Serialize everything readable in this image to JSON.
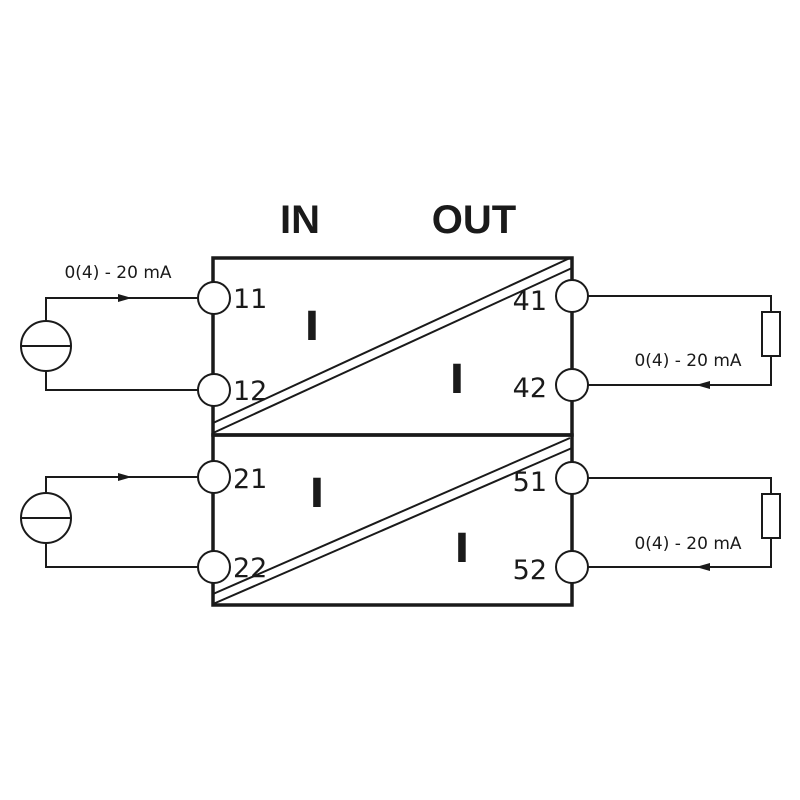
{
  "headers": {
    "in": "IN",
    "out": "OUT"
  },
  "channel1": {
    "input_current": "0(4) - 20 mA",
    "output_current": "0(4) - 20 mA",
    "terminals": {
      "in_pos": "11",
      "in_neg": "12",
      "out_pos": "41",
      "out_neg": "42"
    },
    "in_symbol": "I",
    "out_symbol": "I"
  },
  "channel2": {
    "output_current": "0(4) - 20 mA",
    "terminals": {
      "in_pos": "21",
      "in_neg": "22",
      "out_pos": "51",
      "out_neg": "52"
    },
    "in_symbol": "I",
    "out_symbol": "I"
  }
}
